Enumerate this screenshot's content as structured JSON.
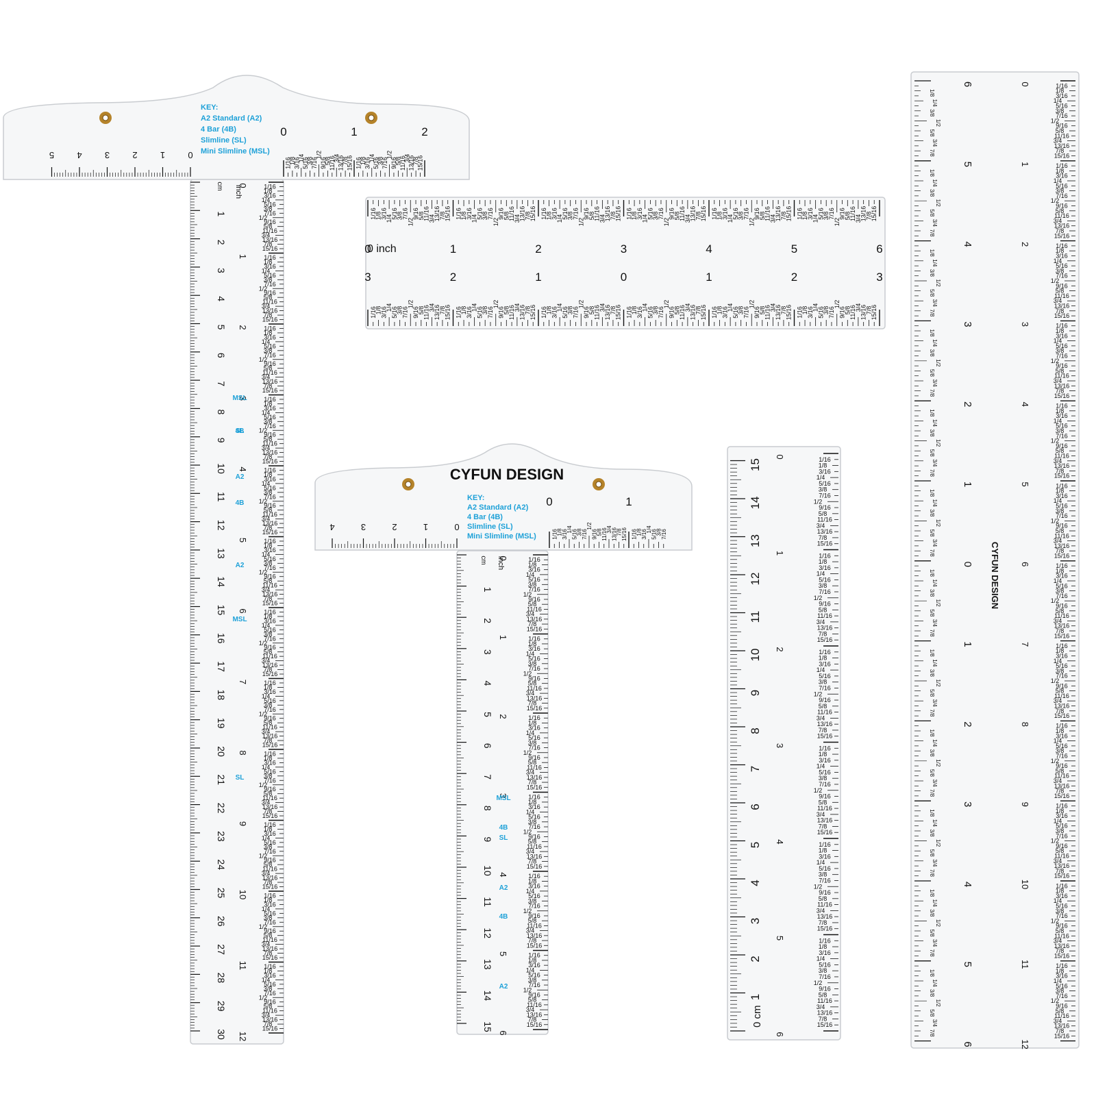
{
  "brand": "CYFUN DESIGN",
  "colors": {
    "key_blue": "#1ea1d8",
    "ink": "#111111",
    "ruler_fill": "#f6f7f8",
    "ruler_edge": "#c9ccd0",
    "grommet": "#b5832a"
  },
  "key_legend": {
    "heading": "KEY:",
    "items": [
      "A2 Standard (A2)",
      "4 Bar (4B)",
      "Slimline (SL)",
      "Mini Slimline (MSL)"
    ]
  },
  "units": {
    "cm": "cm",
    "inch": "inch",
    "zero_inch": "0 inch",
    "zero_cm": "0 cm"
  },
  "fractions": [
    "1/16",
    "1/8",
    "3/16",
    "1/4",
    "5/16",
    "3/8",
    "7/16",
    "1/2",
    "9/16",
    "5/8",
    "11/16",
    "3/4",
    "13/16",
    "7/8",
    "15/16"
  ],
  "envelope_marks": [
    "A2",
    "4B",
    "SL",
    "MSL"
  ],
  "rulers": {
    "large_t_square": {
      "head_inch_max": 2,
      "head_cm_max": 5,
      "blade_inch_max": 12,
      "blade_cm_max": 30
    },
    "small_t_square": {
      "head_inch_max": 1,
      "head_cm_max": 4,
      "blade_inch_max": 6,
      "blade_cm_max": 15
    },
    "horizontal_ruler": {
      "top_inch_max": 6,
      "bottom_labels": [
        3,
        2,
        1,
        0,
        1,
        2,
        3
      ]
    },
    "short_straight": {
      "inch_max": 6,
      "cm_max": 15
    },
    "long_straight": {
      "left_labels": [
        6,
        5,
        4,
        3,
        2,
        1,
        0,
        1,
        2,
        3,
        4,
        5,
        6
      ],
      "right_inch_max": 12
    }
  }
}
